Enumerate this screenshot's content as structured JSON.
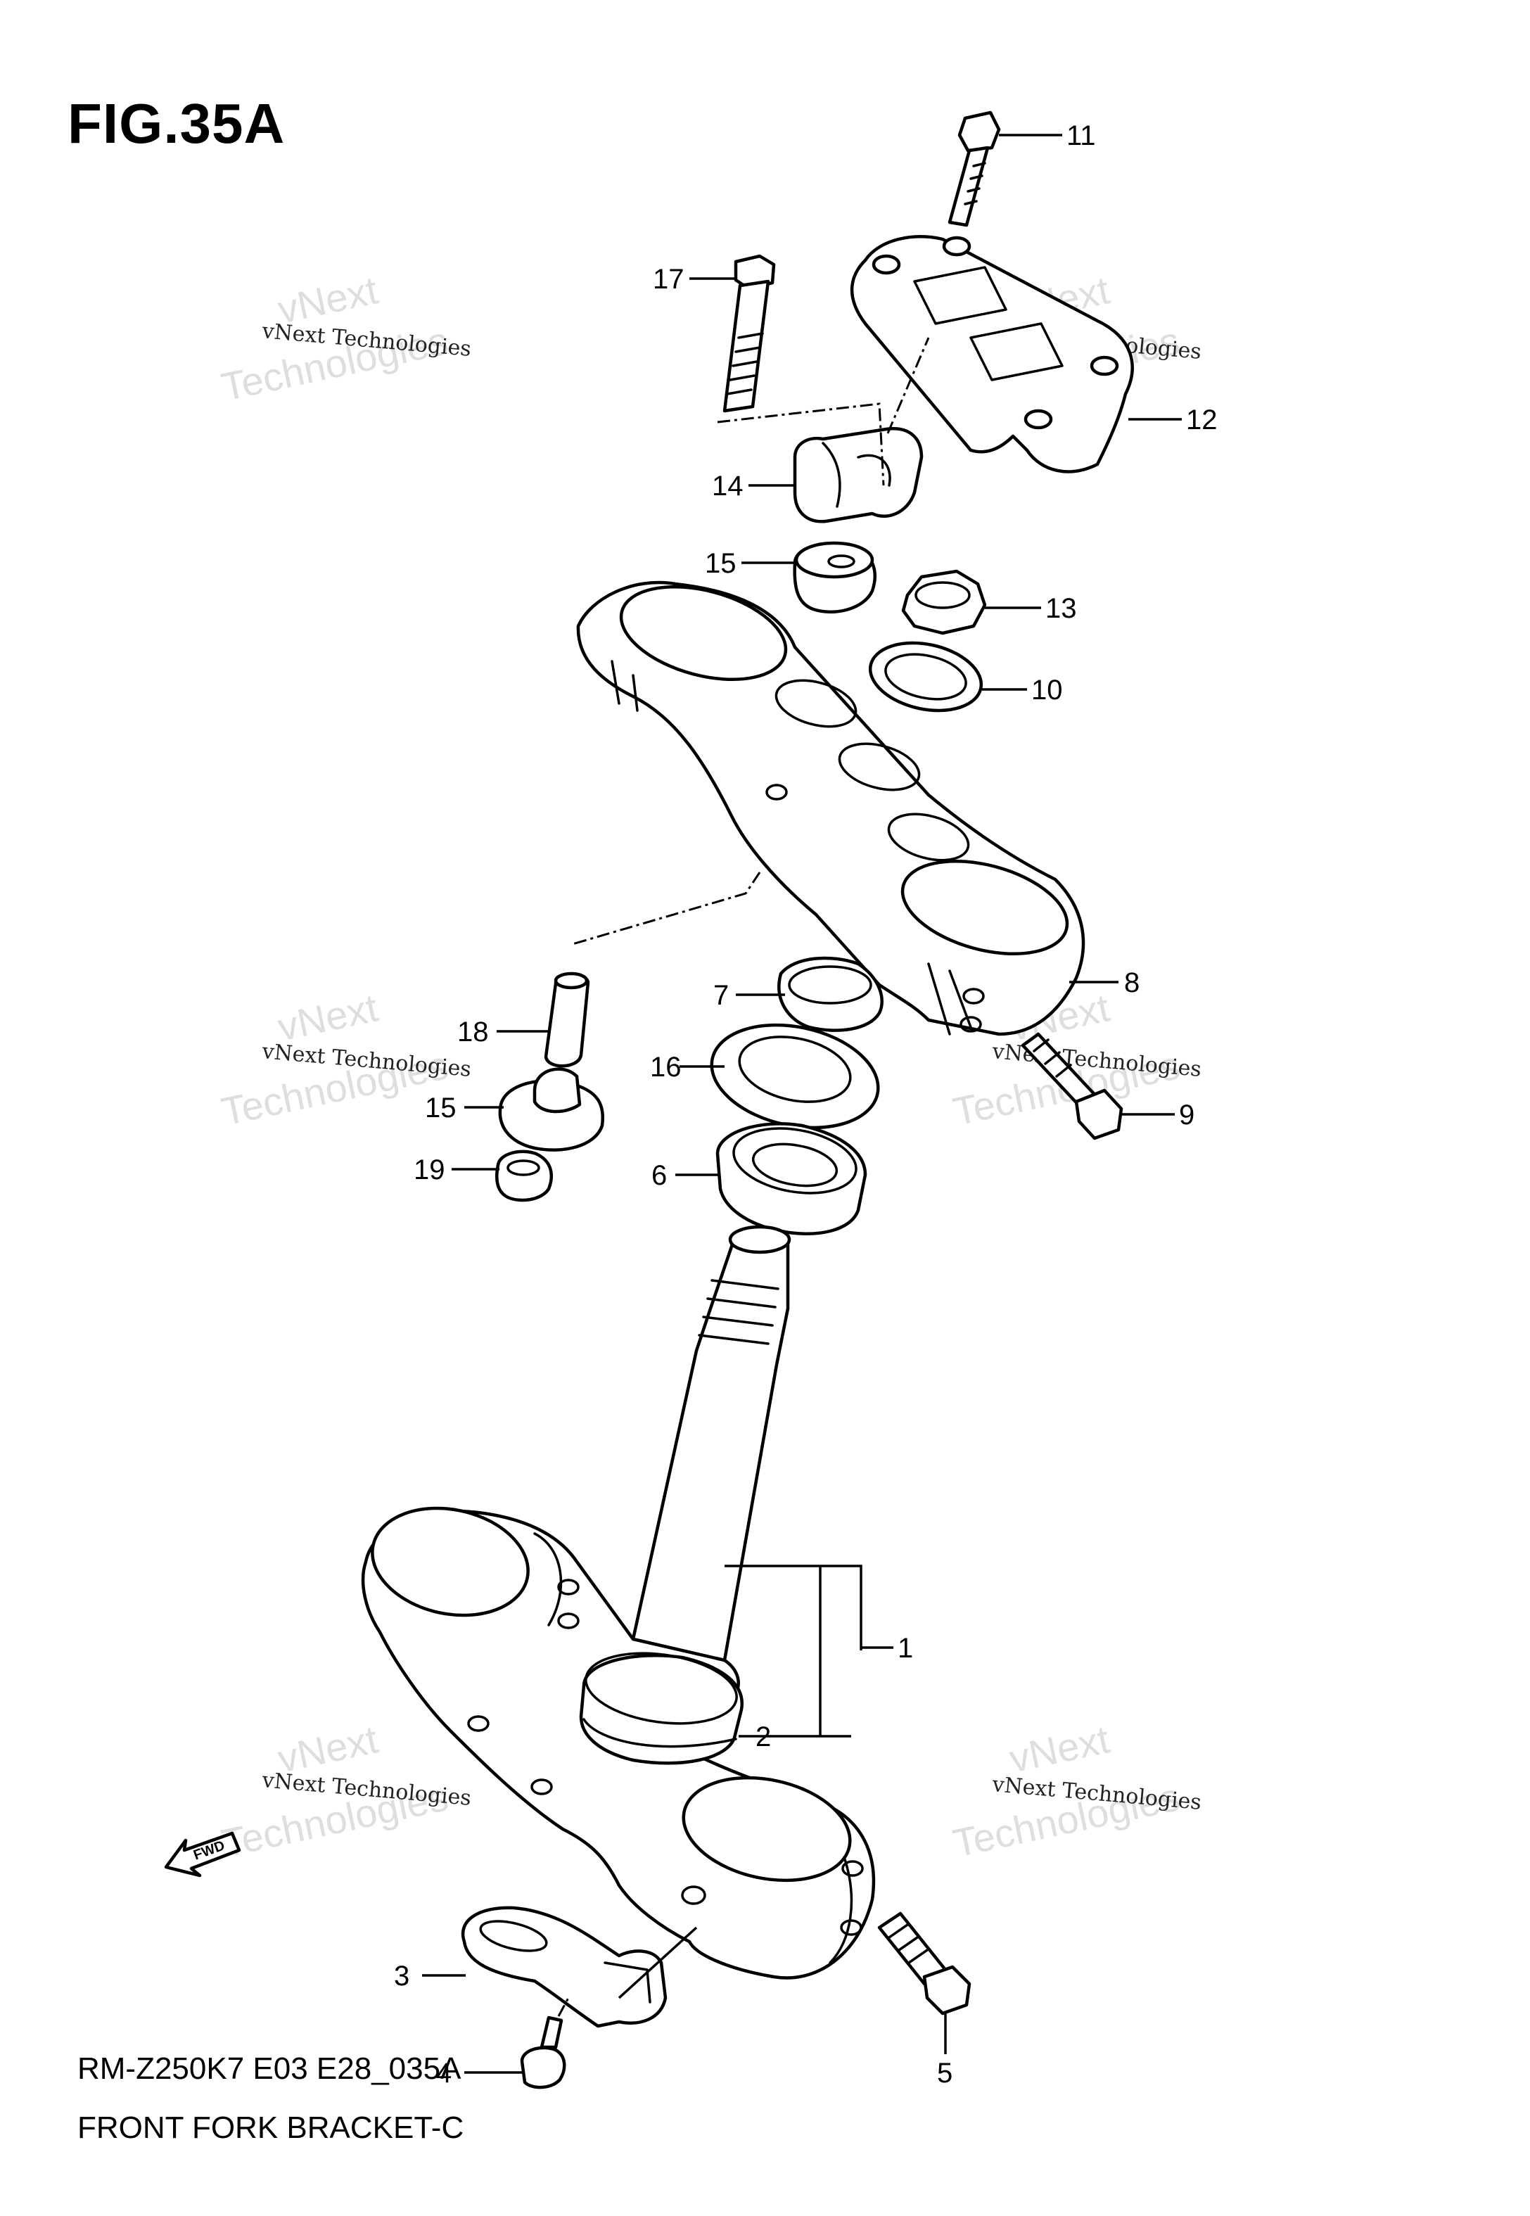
{
  "figure": {
    "title": "FIG.35A",
    "model_code": "RM-Z250K7 E03 E28_035A",
    "name": "FRONT FORK BRACKET-C",
    "direction_label": "FWD"
  },
  "watermark": {
    "line1": "vNext Technologies",
    "line2": "vNext",
    "line3": "Technologies"
  },
  "callouts": [
    {
      "id": "c1",
      "number": "1"
    },
    {
      "id": "c2",
      "number": "2"
    },
    {
      "id": "c3",
      "number": "3"
    },
    {
      "id": "c4",
      "number": "4"
    },
    {
      "id": "c5",
      "number": "5"
    },
    {
      "id": "c6",
      "number": "6"
    },
    {
      "id": "c7",
      "number": "7"
    },
    {
      "id": "c8",
      "number": "8"
    },
    {
      "id": "c9",
      "number": "9"
    },
    {
      "id": "c10",
      "number": "10"
    },
    {
      "id": "c11",
      "number": "11"
    },
    {
      "id": "c12",
      "number": "12"
    },
    {
      "id": "c13",
      "number": "13"
    },
    {
      "id": "c14",
      "number": "14"
    },
    {
      "id": "c15a",
      "number": "15"
    },
    {
      "id": "c15b",
      "number": "15"
    },
    {
      "id": "c16",
      "number": "16"
    },
    {
      "id": "c17",
      "number": "17"
    },
    {
      "id": "c18",
      "number": "18"
    },
    {
      "id": "c19",
      "number": "19"
    }
  ]
}
